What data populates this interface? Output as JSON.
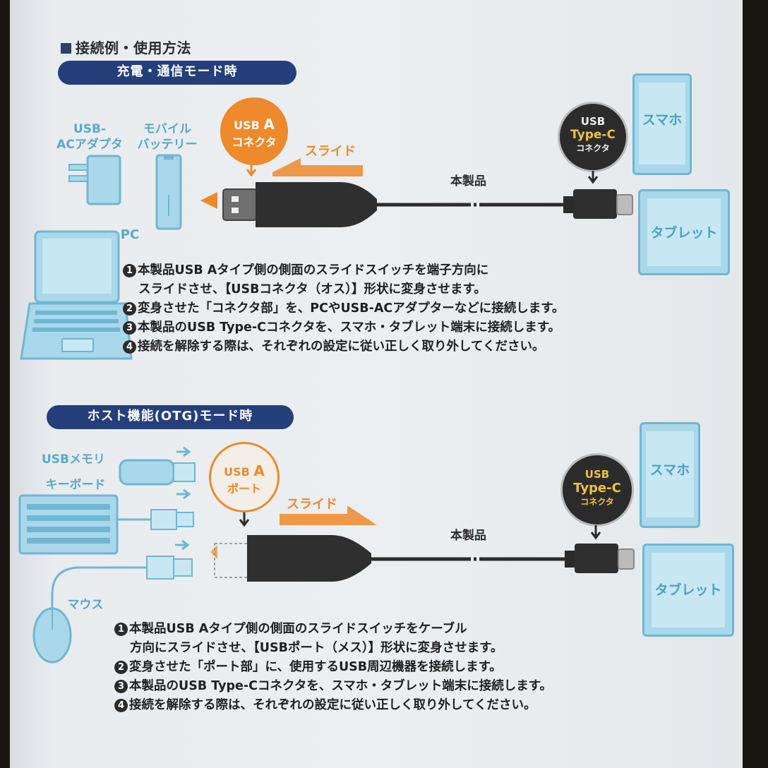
{
  "heading": "接続例・使用方法",
  "section1": {
    "title": "充電・通信モード時",
    "connector_badge": {
      "line1": "USB",
      "line1b": "A",
      "line2": "コネクタ"
    },
    "typec_badge": {
      "line1": "USB",
      "line2": "Type-C",
      "line3": "コネクタ"
    },
    "slide_label": "スライド",
    "product_label": "本製品",
    "devices": {
      "ac_adapter": [
        "USB-",
        "ACアダプタ"
      ],
      "battery": [
        "モバイル",
        "バッテリー"
      ],
      "pc": "PC",
      "phone": "スマホ",
      "tablet": "タブレット"
    },
    "steps": [
      {
        "num": "1",
        "text": "本製品USB Aタイプ側の側面のスライドスイッチを端子方向に"
      },
      {
        "num": "",
        "text": "スライドさせ、【USBコネクタ（オス）】形状に変身させます。"
      },
      {
        "num": "2",
        "text": "変身させた「コネクタ部」を、PCやUSB-ACアダプターなどに接続します。"
      },
      {
        "num": "3",
        "text": "本製品のUSB Type-Cコネクタを、スマホ・タブレット端末に接続します。"
      },
      {
        "num": "4",
        "text": "接続を解除する際は、それぞれの設定に従い正しく取り外してください。"
      }
    ]
  },
  "section2": {
    "title": "ホスト機能(OTG)モード時",
    "port_badge": {
      "line1": "USB",
      "line1b": "A",
      "line2": "ポート"
    },
    "typec_badge": {
      "line1": "USB",
      "line2": "Type-C",
      "line3": "コネクタ"
    },
    "slide_label": "スライド",
    "product_label": "本製品",
    "devices": {
      "usb_memory": "USBメモリ",
      "keyboard": "キーボード",
      "mouse": "マウス",
      "phone": "スマホ",
      "tablet": "タブレット"
    },
    "steps": [
      {
        "num": "1",
        "text": "本製品USB Aタイプ側の側面のスライドスイッチをケーブル"
      },
      {
        "num": "",
        "text": "方向にスライドさせ、【USBポート（メス）】形状に変身させます。"
      },
      {
        "num": "2",
        "text": "変身させた「ポート部」に、使用するUSB周辺機器を接続します。"
      },
      {
        "num": "3",
        "text": "本製品のUSB Type-Cコネクタを、スマホ・タブレット端末に接続します。"
      },
      {
        "num": "4",
        "text": "接続を解除する際は、それぞれの設定に従い正しく取り外してください。"
      }
    ]
  },
  "colors": {
    "navy": "#243f7a",
    "orange": "#ee8a2b",
    "lightblue": "#6fb6d4",
    "cable": "#2b2b2b"
  }
}
